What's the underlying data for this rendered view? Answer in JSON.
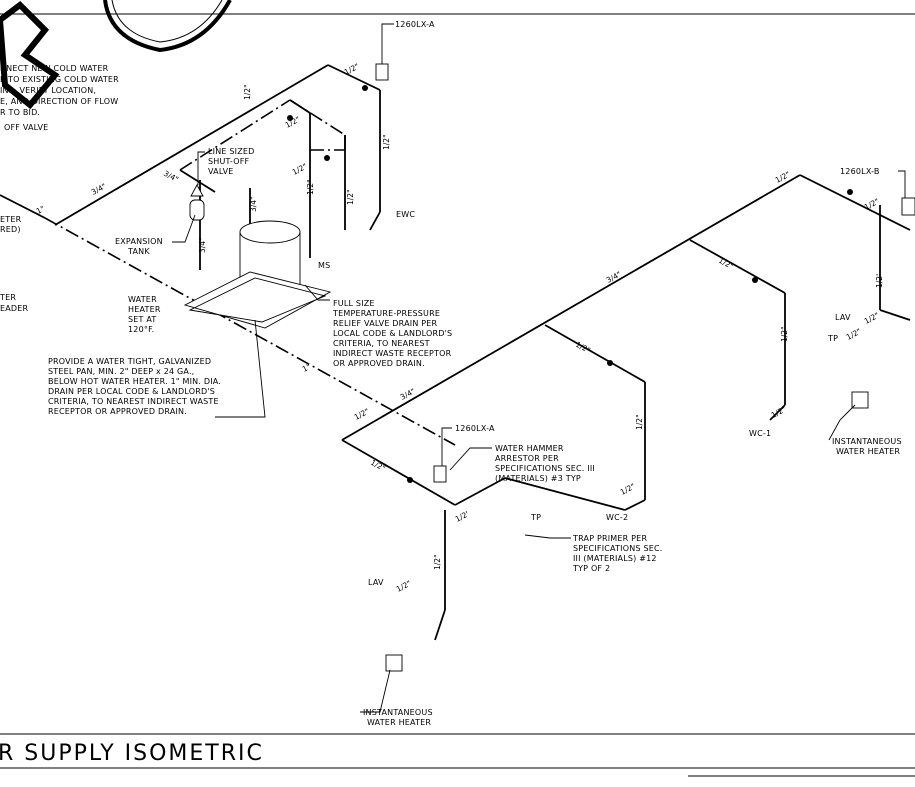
{
  "title": "R SUPPLY ISOMETRIC",
  "notes": {
    "top_left": [
      "NNECT NEW COLD WATER",
      "E TO EXISTING COLD WATER",
      "INS. VERIFY LOCATION,",
      "E, AND DIRECTION OF FLOW",
      "R TO BID."
    ],
    "shutoff_left": "OFF VALVE",
    "meter": [
      "ETER",
      "RED)"
    ],
    "header": [
      "TER",
      "EADER"
    ],
    "line_sized": [
      "LINE SIZED",
      "SHUT-OFF",
      "VALVE"
    ],
    "expansion_tank": [
      "EXPANSION",
      "TANK"
    ],
    "water_heater": [
      "WATER",
      "HEATER",
      "SET AT",
      "120°F."
    ],
    "full_size": [
      "FULL SIZE",
      "TEMPERATURE-PRESSURE",
      "RELIEF VALVE DRAIN PER",
      "LOCAL CODE & LANDLORD'S",
      "CRITERIA, TO NEAREST",
      "INDIRECT WASTE RECEPTOR",
      "OR APPROVED DRAIN."
    ],
    "pan": [
      "PROVIDE A WATER TIGHT, GALVANIZED",
      "STEEL PAN, MIN. 2\" DEEP x 24 GA.,",
      "BELOW HOT WATER HEATER. 1\" MIN. DIA.",
      "DRAIN PER LOCAL CODE & LANDLORD'S",
      "CRITERIA, TO NEAREST INDIRECT WASTE",
      "RECEPTOR OR APPROVED DRAIN."
    ],
    "hammer": [
      "WATER HAMMER",
      "ARRESTOR PER",
      "SPECIFICATIONS SEC. III",
      "(MATERIALS) #3 TYP"
    ],
    "trap_primer": [
      "TRAP PRIMER PER",
      "SPECIFICATIONS SEC.",
      "III (MATERIALS) #12",
      "TYP OF 2"
    ],
    "inst_heater": [
      "INSTANTANEOUS",
      "WATER HEATER"
    ]
  },
  "tags": {
    "arrestor_a": "1260LX-A",
    "arrestor_b": "1260LX-B",
    "ewc": "EWC",
    "ms": "MS",
    "wc1": "WC-1",
    "wc2": "WC-2",
    "lav": "LAV",
    "tp": "TP"
  },
  "sizes": {
    "half": "1/2\"",
    "half_alt": "1/2'",
    "three_quarter": "3/4\"",
    "one": "1\""
  }
}
